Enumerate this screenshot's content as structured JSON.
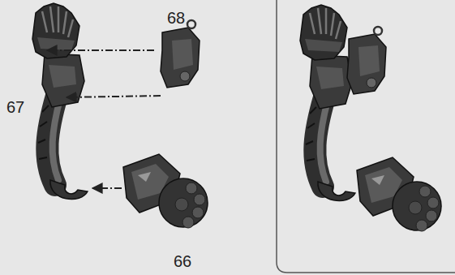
{
  "diagram": {
    "labels": [
      "68",
      "67",
      "66"
    ]
  }
}
